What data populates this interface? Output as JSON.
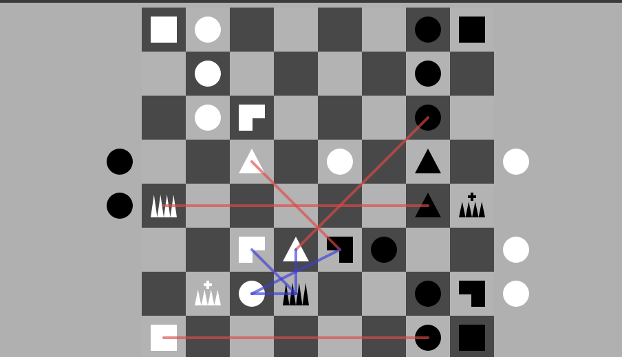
{
  "colors": {
    "background": "#b0b0b0",
    "light_square": "#b3b3b3",
    "dark_square": "#484848",
    "top_border": "#3a3a3a",
    "white_piece": "#ffffff",
    "black_piece": "#000000",
    "red_line": "#e04848",
    "blue_line": "#3c3cdc"
  },
  "board": {
    "files": 8,
    "ranks": 8
  },
  "pieces": [
    {
      "side": "white",
      "type": "square",
      "file": 0,
      "rank": 0
    },
    {
      "side": "white",
      "type": "circle",
      "file": 1,
      "rank": 0
    },
    {
      "side": "black",
      "type": "circle",
      "file": 6,
      "rank": 0
    },
    {
      "side": "black",
      "type": "square",
      "file": 7,
      "rank": 0
    },
    {
      "side": "white",
      "type": "circle",
      "file": 1,
      "rank": 1
    },
    {
      "side": "black",
      "type": "circle",
      "file": 6,
      "rank": 1
    },
    {
      "side": "white",
      "type": "circle",
      "file": 1,
      "rank": 2
    },
    {
      "side": "white",
      "type": "corner-r",
      "file": 2,
      "rank": 2
    },
    {
      "side": "black",
      "type": "circle",
      "file": 6,
      "rank": 2
    },
    {
      "side": "black",
      "type": "circle",
      "file": -1,
      "rank": 3
    },
    {
      "side": "white",
      "type": "triangle",
      "file": 2,
      "rank": 3
    },
    {
      "side": "white",
      "type": "circle",
      "file": 4,
      "rank": 3
    },
    {
      "side": "black",
      "type": "triangle",
      "file": 6,
      "rank": 3
    },
    {
      "side": "white",
      "type": "circle",
      "file": 8,
      "rank": 3
    },
    {
      "side": "black",
      "type": "circle",
      "file": -1,
      "rank": 4
    },
    {
      "side": "white",
      "type": "crown",
      "file": 0,
      "rank": 4
    },
    {
      "side": "black",
      "type": "triangle",
      "file": 6,
      "rank": 4
    },
    {
      "side": "black",
      "type": "king",
      "file": 7,
      "rank": 4
    },
    {
      "side": "white",
      "type": "corner-r",
      "file": 2,
      "rank": 5
    },
    {
      "side": "white",
      "type": "triangle",
      "file": 3,
      "rank": 5
    },
    {
      "side": "black",
      "type": "corner-l",
      "file": 4,
      "rank": 5
    },
    {
      "side": "black",
      "type": "circle",
      "file": 5,
      "rank": 5
    },
    {
      "side": "white",
      "type": "circle",
      "file": 8,
      "rank": 5
    },
    {
      "side": "white",
      "type": "king",
      "file": 1,
      "rank": 6
    },
    {
      "side": "white",
      "type": "circle",
      "file": 2,
      "rank": 6
    },
    {
      "side": "black",
      "type": "crown",
      "file": 3,
      "rank": 6
    },
    {
      "side": "black",
      "type": "circle",
      "file": 6,
      "rank": 6
    },
    {
      "side": "black",
      "type": "corner-l",
      "file": 7,
      "rank": 6
    },
    {
      "side": "white",
      "type": "circle",
      "file": 8,
      "rank": 6
    },
    {
      "side": "white",
      "type": "square",
      "file": 0,
      "rank": 7
    },
    {
      "side": "black",
      "type": "circle",
      "file": 6,
      "rank": 7
    },
    {
      "side": "black",
      "type": "square",
      "file": 7,
      "rank": 7
    }
  ],
  "arrows": [
    {
      "color": "red",
      "from": [
        0,
        4
      ],
      "to": [
        6,
        4
      ]
    },
    {
      "color": "red",
      "from": [
        2,
        3
      ],
      "to": [
        4,
        5
      ]
    },
    {
      "color": "red",
      "from": [
        6,
        2
      ],
      "to": [
        3,
        5
      ]
    },
    {
      "color": "red",
      "from": [
        0,
        7
      ],
      "to": [
        6,
        7
      ]
    },
    {
      "color": "blue",
      "from": [
        2,
        5
      ],
      "to": [
        3,
        6
      ]
    },
    {
      "color": "blue",
      "from": [
        3,
        5
      ],
      "to": [
        3,
        6
      ]
    },
    {
      "color": "blue",
      "from": [
        4,
        5
      ],
      "to": [
        2,
        6
      ]
    },
    {
      "color": "blue",
      "from": [
        2,
        6
      ],
      "to": [
        3,
        6
      ]
    }
  ]
}
